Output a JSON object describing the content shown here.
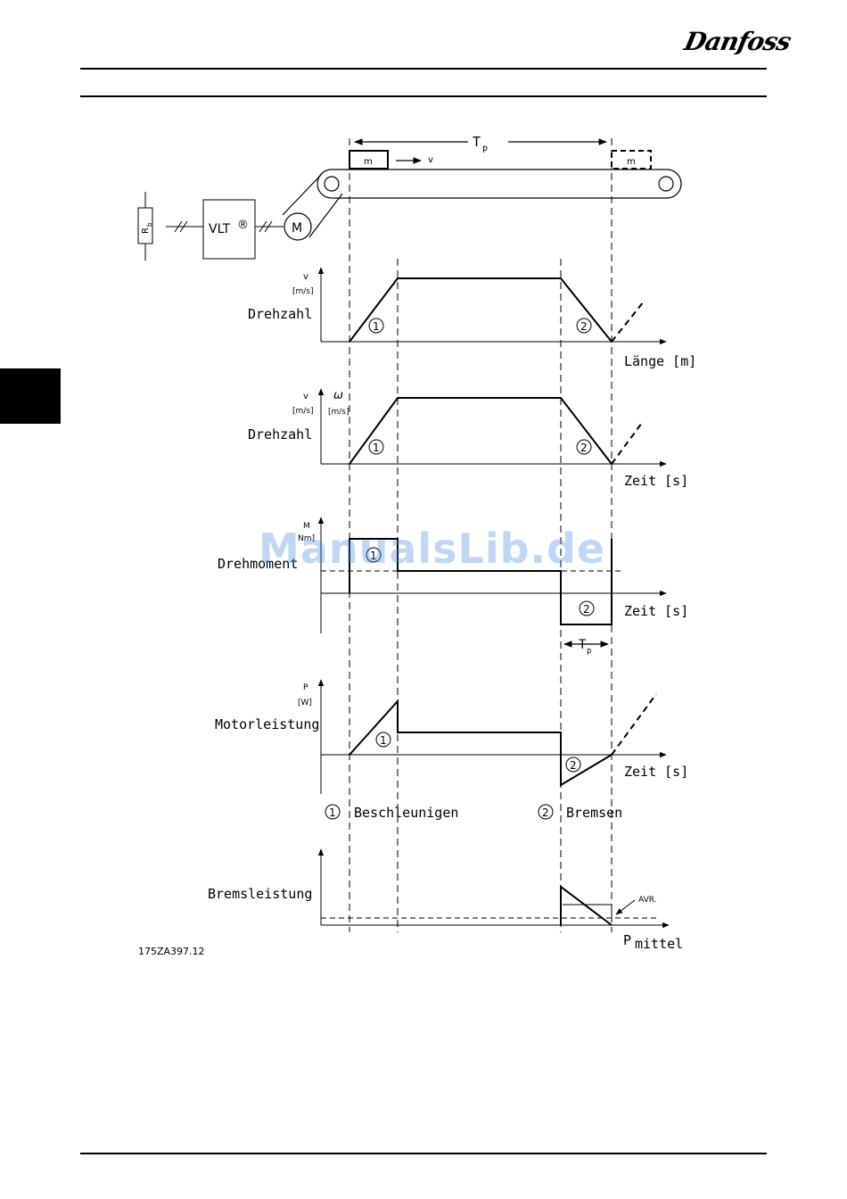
{
  "header": {
    "brand": "Danfoss"
  },
  "watermark": "ManualsLib.de",
  "diagram": {
    "conveyor": {
      "period_label": "T",
      "period_sub": "p",
      "mass_label": "m",
      "mass_ghost_label": "m",
      "velocity_label": "v",
      "drive_label": "VLT",
      "drive_registered": "®",
      "motor_label": "M",
      "resistor_label": "R",
      "resistor_sub": "b"
    },
    "plot1": {
      "y_unit_top": "v",
      "y_unit_bottom": "[m/s]",
      "y_title": "Drehzahl",
      "x_title": "Länge [m]",
      "marker1": "1",
      "marker2": "2"
    },
    "plot2": {
      "y_unit_top": "v",
      "y_unit_bottom": "[m/s]",
      "omega_top": "ω",
      "omega_bottom": "[m/s]",
      "y_title": "Drehzahl",
      "x_title": "Zeit [s]",
      "marker1": "1",
      "marker2": "2"
    },
    "plot3": {
      "y_unit_top": "M",
      "y_unit_bottom": "Nm]",
      "y_title": "Drehmoment",
      "x_title": "Zeit [s]",
      "marker1": "1",
      "marker2": "2",
      "interval_label": "T",
      "interval_sub": "p"
    },
    "plot4": {
      "y_unit_top": "P",
      "y_unit_bottom": "[W]",
      "y_title": "Motorleistung",
      "x_title": "Zeit [s]",
      "marker1": "1",
      "marker2": "2"
    },
    "legend": {
      "item1_marker": "1",
      "item1_label": "Beschleunigen",
      "item2_marker": "2",
      "item2_label": "Bremsen"
    },
    "plot5": {
      "y_title": "Bremsleistung",
      "avg_label": "AVR.",
      "x_title": "P",
      "x_title_sub": "mittel"
    },
    "figure_id": "175ZA397.12"
  }
}
